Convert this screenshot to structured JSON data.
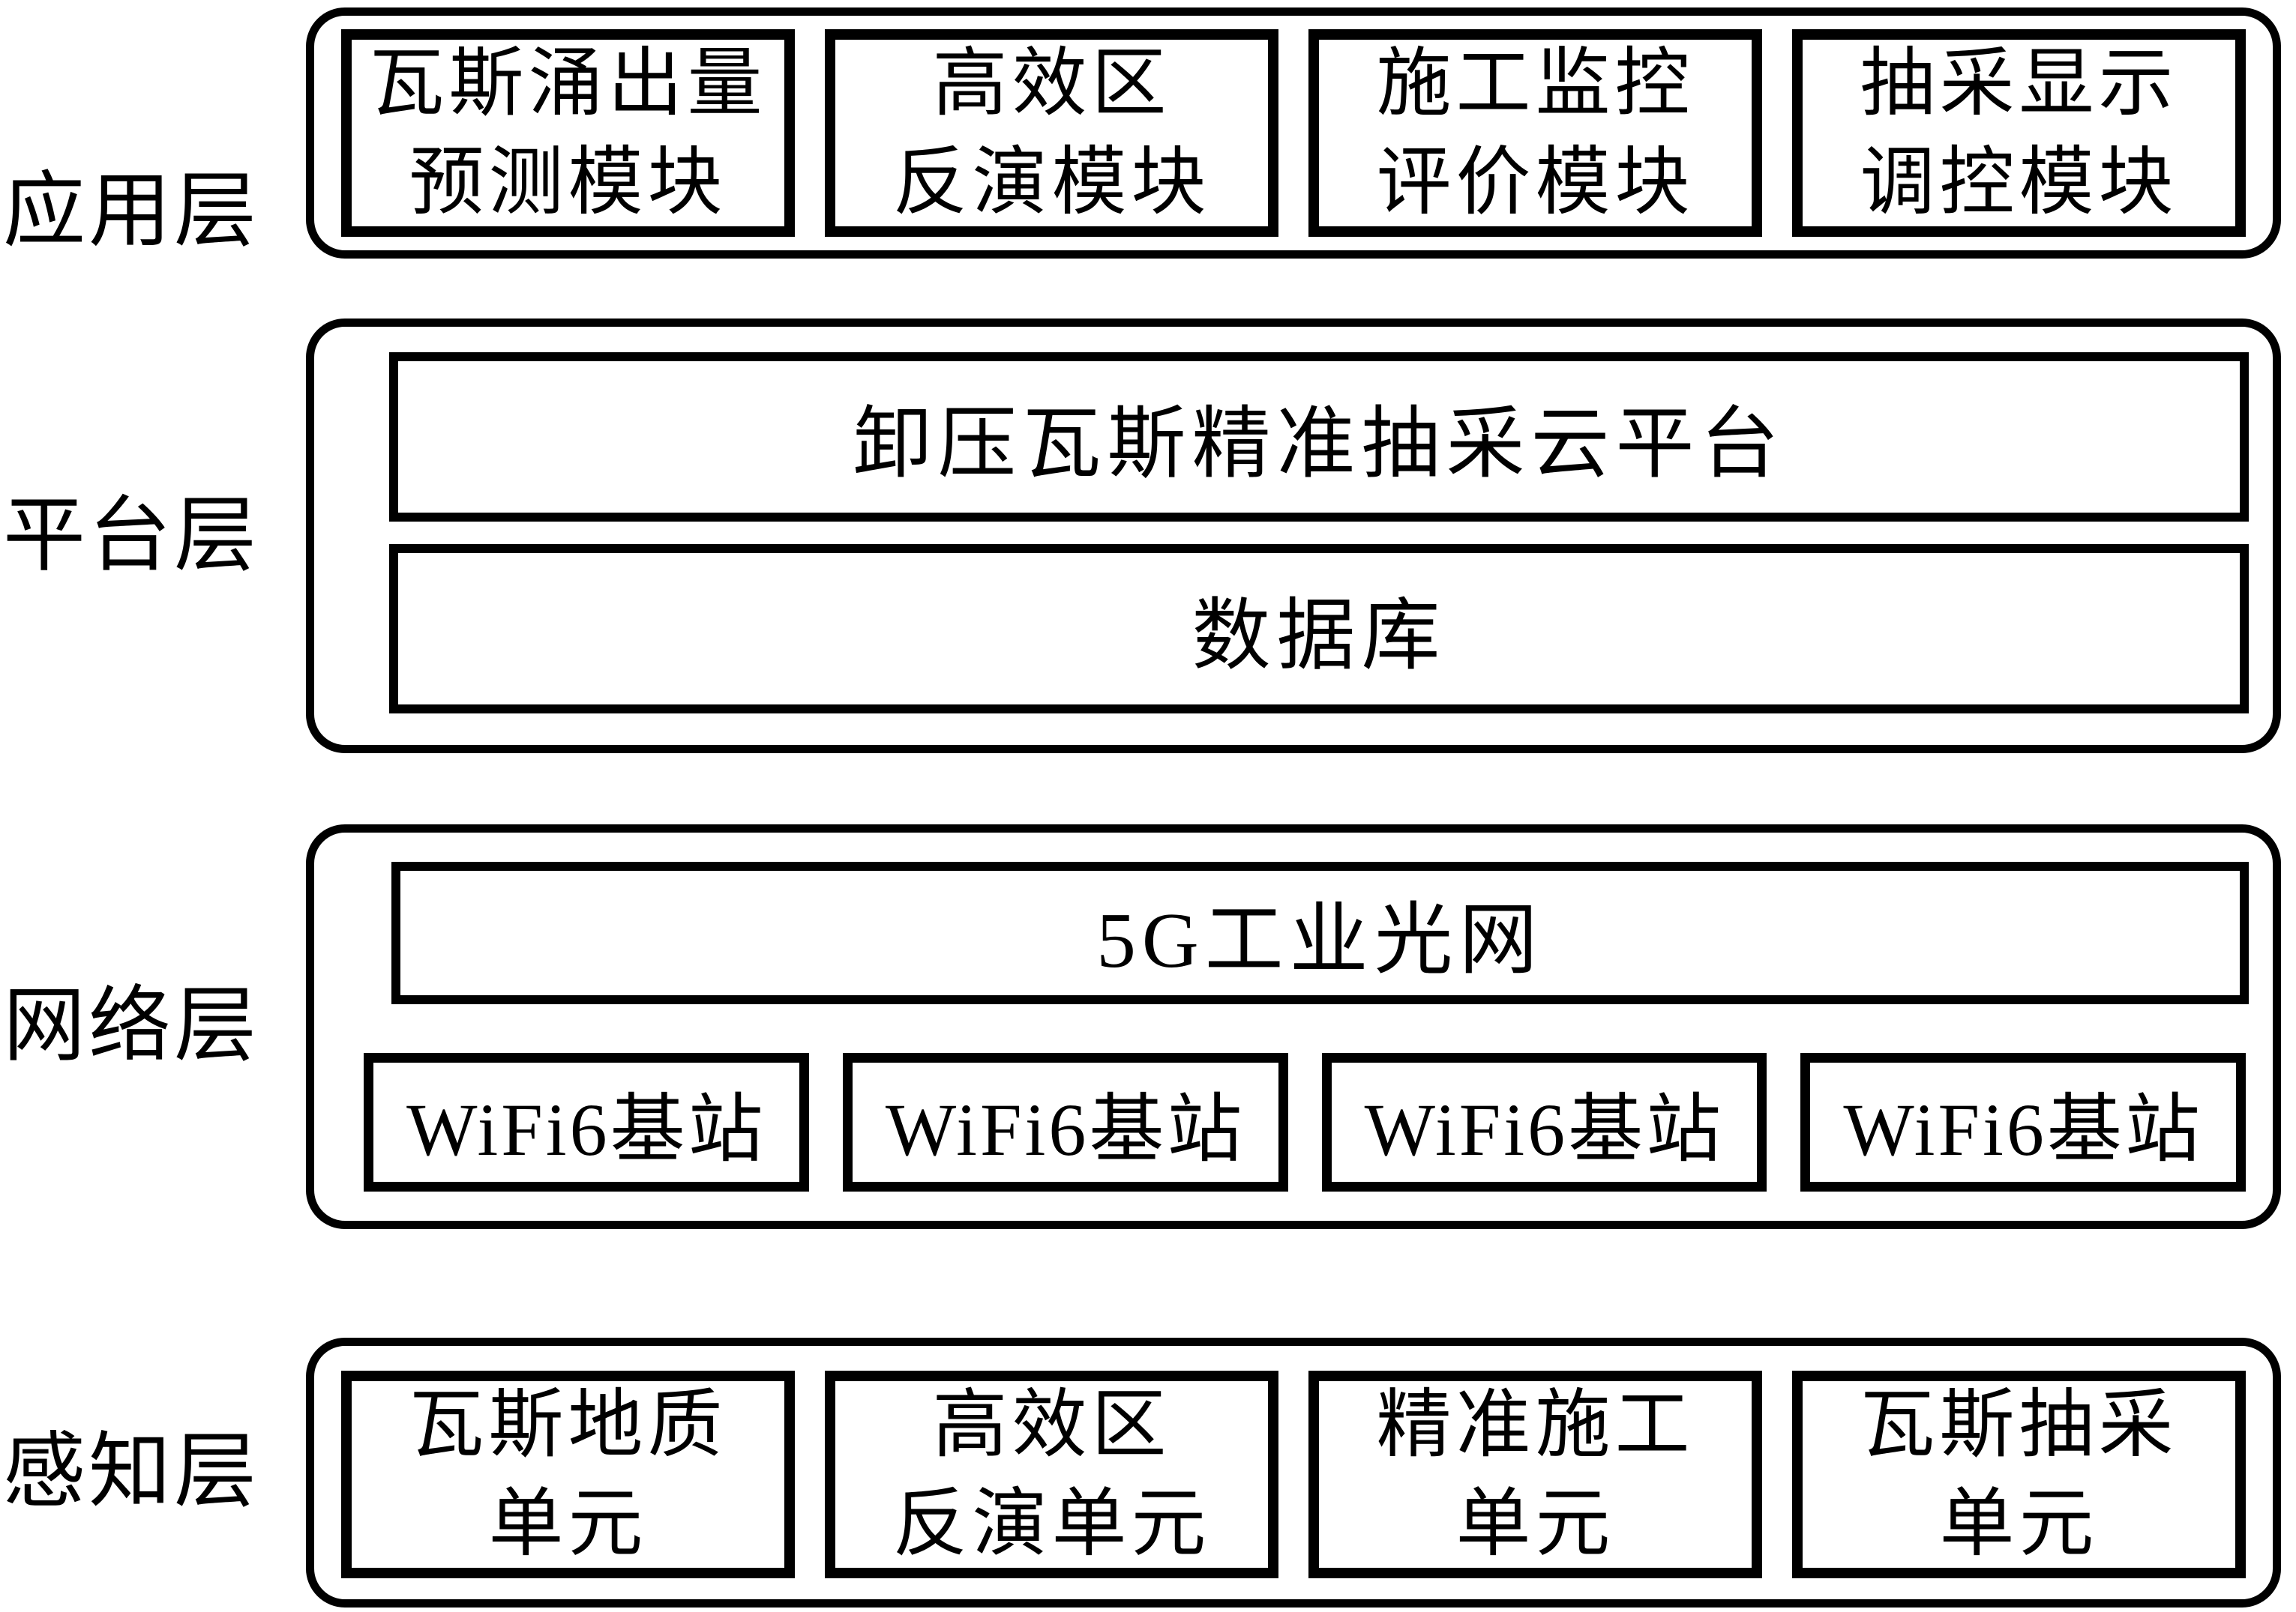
{
  "page": {
    "background_color": "#ffffff",
    "stroke_color": "#000000",
    "description_type": "layered-architecture-diagram"
  },
  "layers": [
    {
      "label": "应用层",
      "boxes": [
        {
          "line1": "瓦斯涌出量",
          "line2": "预测模块"
        },
        {
          "line1": "高效区",
          "line2": "反演模块"
        },
        {
          "line1": "施工监控",
          "line2": "评价模块"
        },
        {
          "line1": "抽采显示",
          "line2": "调控模块"
        }
      ]
    },
    {
      "label": "平台层",
      "rows": [
        "卸压瓦斯精准抽采云平台",
        "数据库"
      ]
    },
    {
      "label": "网络层",
      "wide": "5G工业光网",
      "stations": [
        "WiFi6基站",
        "WiFi6基站",
        "WiFi6基站",
        "WiFi6基站"
      ]
    },
    {
      "label": "感知层",
      "boxes": [
        {
          "line1": "瓦斯地质",
          "line2": "单元"
        },
        {
          "line1": "高效区",
          "line2": "反演单元"
        },
        {
          "line1": "精准施工",
          "line2": "单元"
        },
        {
          "line1": "瓦斯抽采",
          "line2": "单元"
        }
      ]
    }
  ]
}
